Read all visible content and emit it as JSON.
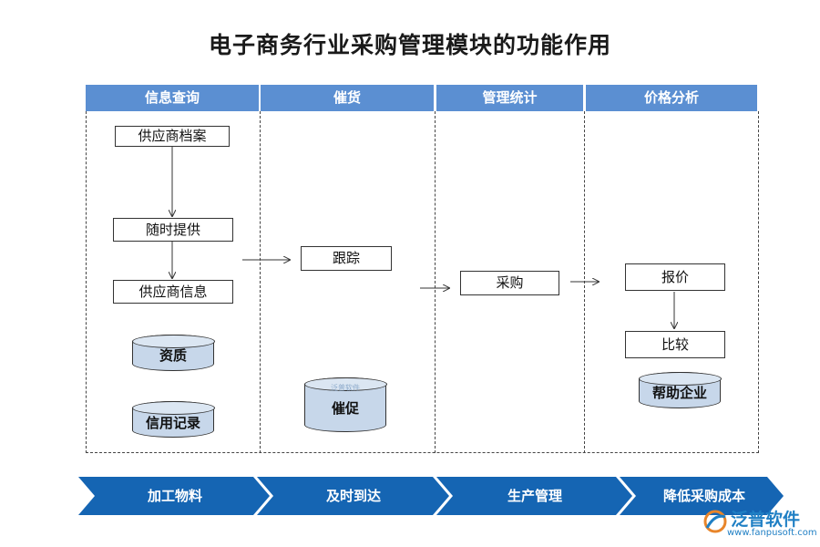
{
  "title": "电子商务行业采购管理模块的功能作用",
  "columns": [
    "信息查询",
    "催货",
    "管理统计",
    "价格分析"
  ],
  "info_query": {
    "supplier_file": "供应商档案",
    "provide_anytime": "随时提供",
    "supplier_info": "供应商信息",
    "qualification": "资质",
    "credit_record": "信用记录"
  },
  "expedite": {
    "tracking": "跟踪",
    "urge": "催促"
  },
  "stats": {
    "purchase": "采购"
  },
  "price": {
    "quote": "报价",
    "compare": "比较",
    "help_enterprise": "帮助企业"
  },
  "process_flow": [
    "加工物料",
    "及时到达",
    "生产管理",
    "降低采购成本"
  ],
  "logo": {
    "name": "泛普软件",
    "url": "www.fanpusoft.com"
  },
  "colors": {
    "header_blue": "#5b8fd2",
    "chevron_blue": "#1565b3",
    "cylinder_fill": "#c7d7ea"
  }
}
